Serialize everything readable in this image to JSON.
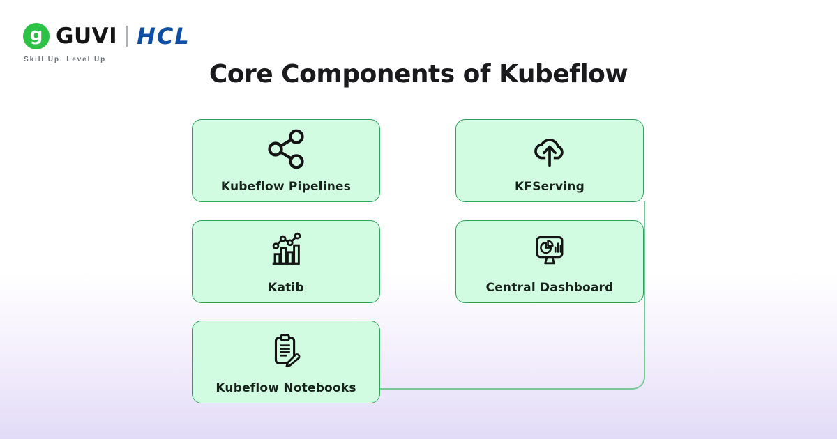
{
  "title": "Core Components of Kubeflow",
  "header": {
    "logo_letter": "g",
    "brand": "GUVI",
    "partner": "HCL",
    "tagline": "Skill Up. Level Up"
  },
  "cards": [
    {
      "label": "Kubeflow Pipelines",
      "icon": "share-nodes-icon"
    },
    {
      "label": "KFServing",
      "icon": "cloud-upload-icon"
    },
    {
      "label": "Katib",
      "icon": "bar-line-chart-icon"
    },
    {
      "label": "Central Dashboard",
      "icon": "dashboard-monitor-icon"
    },
    {
      "label": "Kubeflow Notebooks",
      "icon": "clipboard-pencil-icon"
    }
  ],
  "colors": {
    "guvi_green": "#2bc245",
    "hcl_blue": "#0e4fa3",
    "card_fill": "#d2fce2",
    "card_border": "#2fa35a",
    "connector": "#7bc99b",
    "title_text": "#1a1a1c",
    "label_text": "#15231b",
    "icon_stroke": "#141414",
    "tagline_gray": "#6d7177",
    "bg_bottom": "#e2dbf7"
  }
}
